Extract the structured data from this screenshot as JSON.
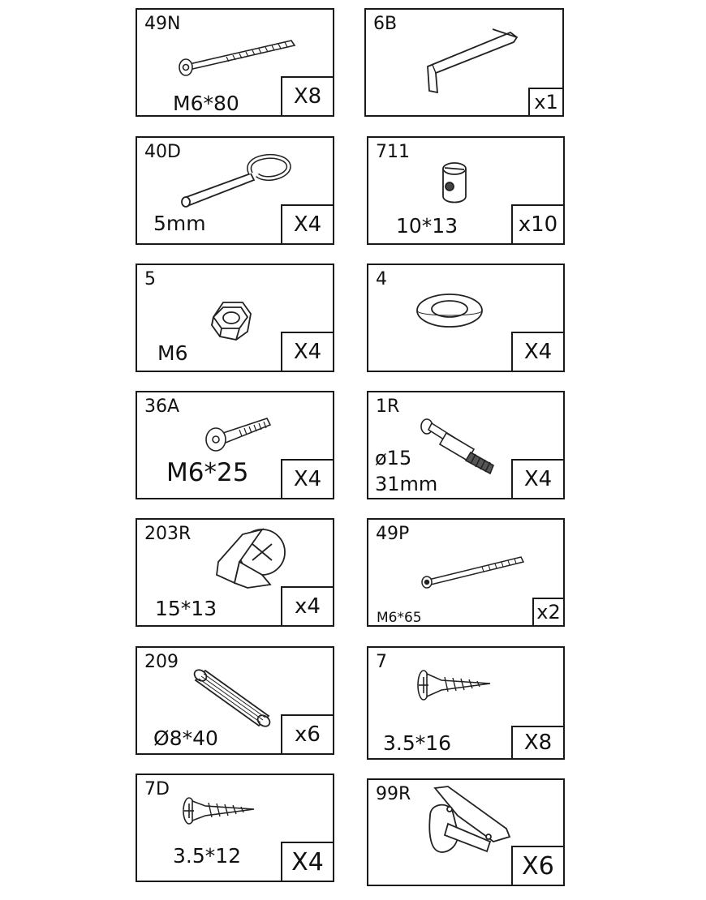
{
  "parts": [
    {
      "code": "49N",
      "spec": "M6*80",
      "qty": "X8",
      "icon": "long-bolt-icon"
    },
    {
      "code": "6B",
      "spec": "",
      "qty": "x1",
      "icon": "allen-key-icon"
    },
    {
      "code": "40D",
      "spec": "5mm",
      "qty": "X4",
      "icon": "eye-hook-icon"
    },
    {
      "code": "711",
      "spec": "10*13",
      "qty": "x10",
      "icon": "barrel-nut-icon"
    },
    {
      "code": "5",
      "spec": "M6",
      "qty": "X4",
      "icon": "hex-nut-icon"
    },
    {
      "code": "4",
      "spec": "",
      "qty": "X4",
      "icon": "washer-icon"
    },
    {
      "code": "36A",
      "spec": "M6*25",
      "qty": "X4",
      "icon": "short-bolt-icon"
    },
    {
      "code": "1R",
      "spec_line1": "ø15",
      "spec_line2": "31mm",
      "qty": "X4",
      "icon": "cam-bolt-icon"
    },
    {
      "code": "203R",
      "spec": "15*13",
      "qty": "x4",
      "icon": "cam-lock-icon"
    },
    {
      "code": "49P",
      "spec": "M6*65",
      "qty": "x2",
      "icon": "long-bolt-icon"
    },
    {
      "code": "209",
      "spec": "Ø8*40",
      "qty": "x6",
      "icon": "wooden-dowel-icon"
    },
    {
      "code": "7",
      "spec": "3.5*16",
      "qty": "X8",
      "icon": "wood-screw-icon"
    },
    {
      "code": "7D",
      "spec": "3.5*12",
      "qty": "X4",
      "icon": "wood-screw-icon"
    },
    {
      "code": "99R",
      "spec": "",
      "qty": "X6",
      "icon": "bracket-icon"
    }
  ]
}
